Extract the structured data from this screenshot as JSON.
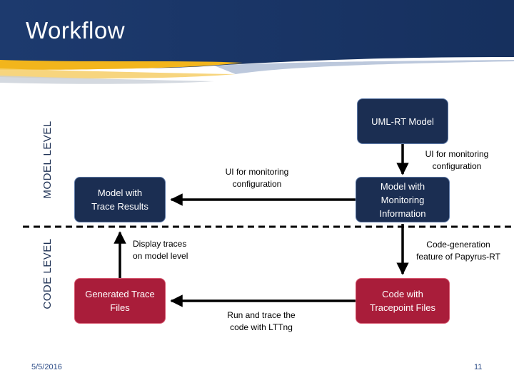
{
  "slide": {
    "title": "Workflow",
    "date": "5/5/2016",
    "page_number": "11"
  },
  "levels": {
    "model_level": "MODEL LEVEL",
    "code_level": "CODE LEVEL"
  },
  "nodes": {
    "uml_rt_model": "UML-RT Model",
    "model_with_monitoring": [
      "Model with",
      "Monitoring",
      "Information"
    ],
    "code_with_tracepoint": [
      "Code with",
      "Tracepoint Files"
    ],
    "generated_trace_files": [
      "Generated Trace",
      "Files"
    ],
    "model_with_trace_results": [
      "Model with",
      "Trace Results"
    ]
  },
  "edge_labels": {
    "ui_monitoring_right": [
      "UI for monitoring",
      "configuration"
    ],
    "ui_monitoring_center": [
      "UI for monitoring",
      "configuration"
    ],
    "code_generation": [
      "Code-generation",
      "feature of Papyrus-RT"
    ],
    "run_and_trace": [
      "Run and trace the",
      "code with LTTng"
    ],
    "display_traces": [
      "Display traces",
      "on model level"
    ]
  },
  "colors": {
    "header_navy": "#1b3566",
    "header_gold": "#f2b51c",
    "node_dark": "#1b2e52",
    "node_red": "#a91d3a",
    "arrow": "#000000"
  }
}
